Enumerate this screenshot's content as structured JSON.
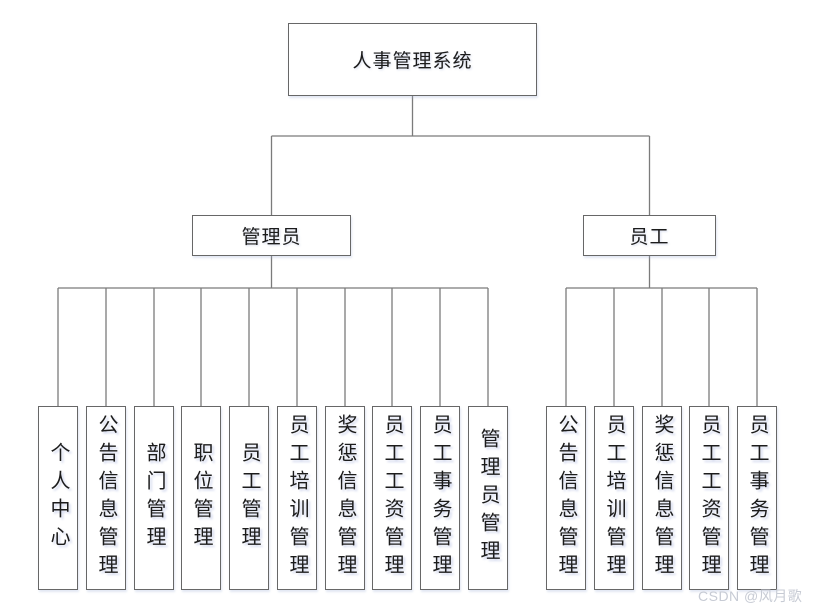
{
  "colors": {
    "line": "#7b7b7b",
    "border": "#676767",
    "text": "#1c1c1c",
    "watermark": "#c7cbd4",
    "bg": "#ffffff"
  },
  "diagram": {
    "type": "org-chart",
    "title": "人事管理系统",
    "branches": [
      {
        "label": "管理员",
        "children": [
          "个人中心",
          "公告信息管理",
          "部门管理",
          "职位管理",
          "员工管理",
          "员工培训管理",
          "奖惩信息管理",
          "员工工资管理",
          "员工事务管理",
          "管理员管理"
        ]
      },
      {
        "label": "员工",
        "children": [
          "公告信息管理",
          "员工培训管理",
          "奖惩信息管理",
          "员工工资管理",
          "员工事务管理"
        ]
      }
    ]
  },
  "watermark": "CSDN @风月歌"
}
